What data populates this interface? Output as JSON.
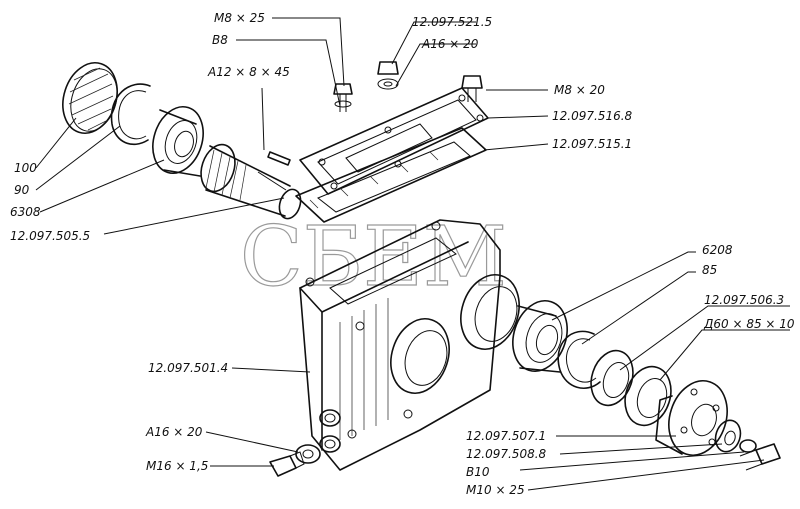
{
  "watermark": "СБЕМ",
  "labels": [
    "М8 × 25",
    "В8",
    "А12 × 8 × 45",
    "12.097.521.5",
    "А16 × 20",
    "М8 × 20",
    "12.097.516.8",
    "12.097.515.1",
    "100",
    "90",
    "6308",
    "12.097.505.5",
    "6208",
    "85",
    "12.097.506.3",
    "Д60 × 85 × 10",
    "12.097.501.4",
    "А16 × 20",
    "М16 × 1,5",
    "12.097.507.1",
    "12.097.508.8",
    "В10",
    "М10 × 25"
  ]
}
